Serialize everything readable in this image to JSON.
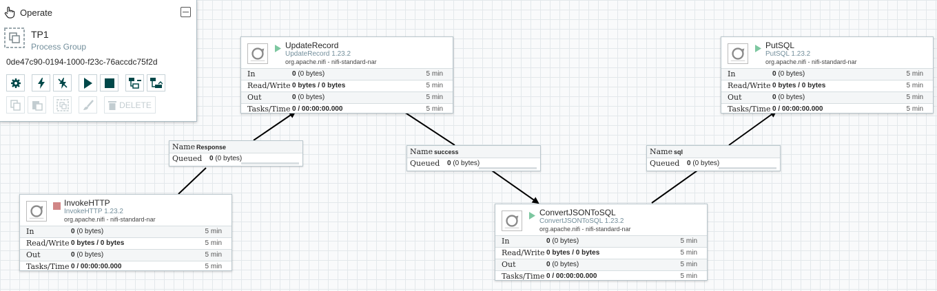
{
  "operate": {
    "title": "Operate",
    "group_name": "TP1",
    "group_type": "Process Group",
    "group_id": "0de47c90-0194-1000-f23c-76accdc75f2d",
    "delete_label": "DELETE"
  },
  "stat_labels": {
    "in": "In",
    "rw": "Read/Write",
    "out": "Out",
    "tasks": "Tasks/Time"
  },
  "conn_labels": {
    "name": "Name",
    "queued": "Queued"
  },
  "processors": {
    "invoke": {
      "name": "InvokeHTTP",
      "type": "InvokeHTTP 1.23.2",
      "bundle": "org.apache.nifi - nifi-standard-nar",
      "status": "stopped",
      "in_count": "0",
      "in_bytes": "(0 bytes)",
      "rw": "0 bytes / 0 bytes",
      "out_count": "0",
      "out_bytes": "(0 bytes)",
      "tasks": "0 / 00:00:00.000",
      "window": "5 min"
    },
    "update": {
      "name": "UpdateRecord",
      "type": "UpdateRecord 1.23.2",
      "bundle": "org.apache.nifi - nifi-standard-nar",
      "status": "running",
      "in_count": "0",
      "in_bytes": "(0 bytes)",
      "rw": "0 bytes / 0 bytes",
      "out_count": "0",
      "out_bytes": "(0 bytes)",
      "tasks": "0 / 00:00:00.000",
      "window": "5 min"
    },
    "convert": {
      "name": "ConvertJSONToSQL",
      "type": "ConvertJSONToSQL 1.23.2",
      "bundle": "org.apache.nifi - nifi-standard-nar",
      "status": "running",
      "in_count": "0",
      "in_bytes": "(0 bytes)",
      "rw": "0 bytes / 0 bytes",
      "out_count": "0",
      "out_bytes": "(0 bytes)",
      "tasks": "0 / 00:00:00.000",
      "window": "5 min"
    },
    "putsql": {
      "name": "PutSQL",
      "type": "PutSQL 1.23.2",
      "bundle": "org.apache.nifi - nifi-standard-nar",
      "status": "running",
      "in_count": "0",
      "in_bytes": "(0 bytes)",
      "rw": "0 bytes / 0 bytes",
      "out_count": "0",
      "out_bytes": "(0 bytes)",
      "tasks": "0 / 00:00:00.000",
      "window": "5 min"
    }
  },
  "connections": {
    "response": {
      "name": "Response",
      "queued_count": "0",
      "queued_bytes": "(0 bytes)"
    },
    "success": {
      "name": "success",
      "queued_count": "0",
      "queued_bytes": "(0 bytes)"
    },
    "sql": {
      "name": "sql",
      "queued_count": "0",
      "queued_bytes": "(0 bytes)"
    }
  },
  "colors": {
    "running": "#7dc7a0",
    "stopped": "#d18686",
    "type_text": "#728e9b",
    "toolbar_icon": "#004849"
  }
}
